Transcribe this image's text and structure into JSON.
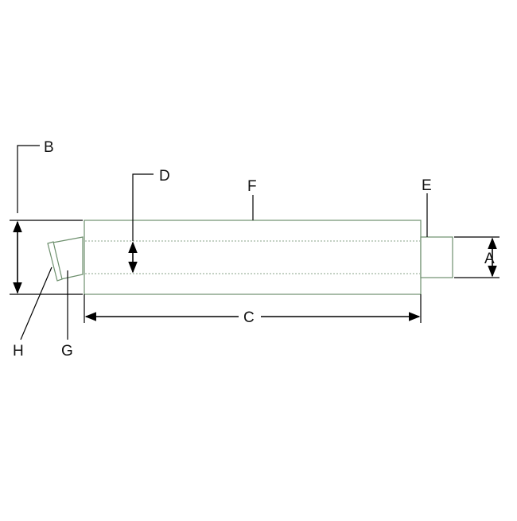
{
  "labels": {
    "a": "A",
    "b": "B",
    "c": "C",
    "d": "D",
    "e": "E",
    "f": "F",
    "g": "G",
    "h": "H"
  },
  "colors": {
    "outline": "#6d8f6d",
    "dimension": "#000000",
    "background": "#ffffff"
  }
}
